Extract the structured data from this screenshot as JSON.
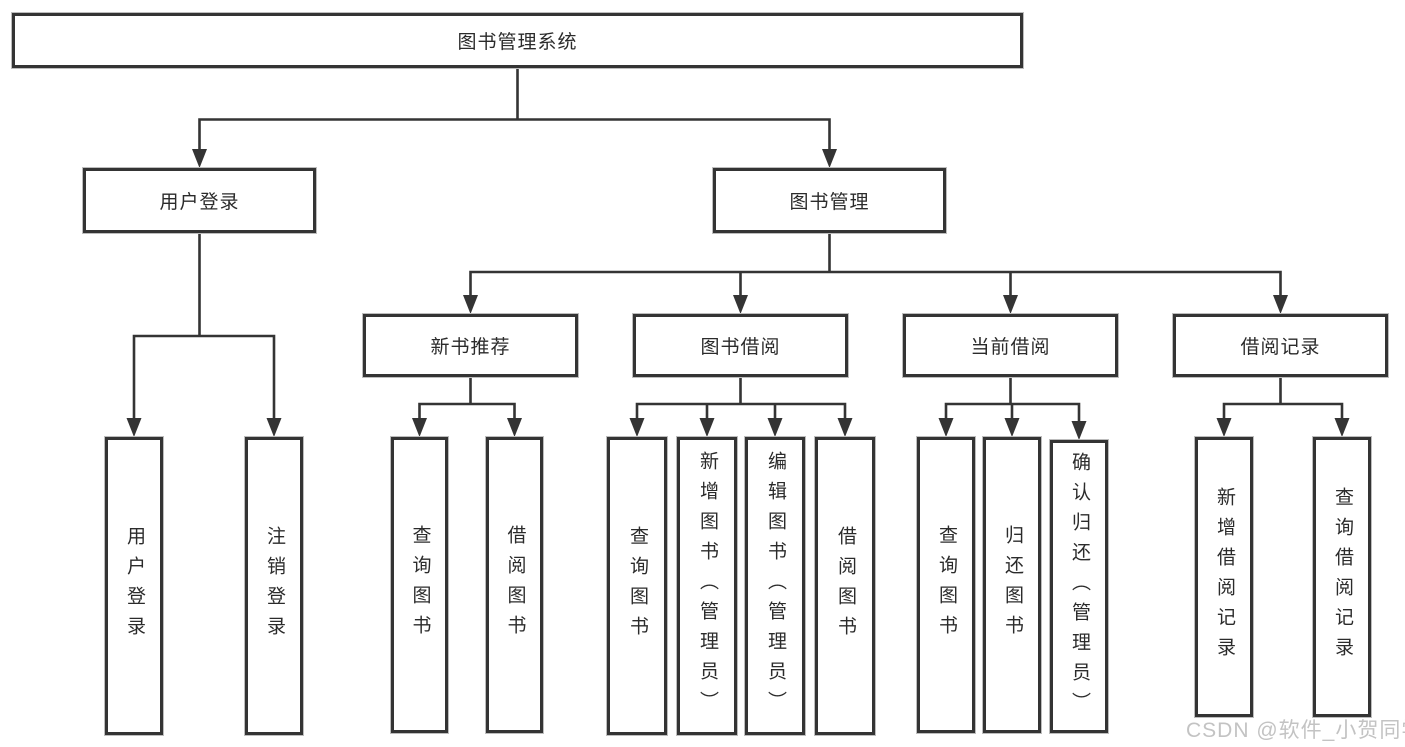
{
  "diagram": {
    "root": "图书管理系统",
    "branches": [
      {
        "label": "用户登录",
        "children": [
          {
            "label": "用户登录"
          },
          {
            "label": "注销登录"
          }
        ]
      },
      {
        "label": "图书管理",
        "sections": [
          {
            "label": "新书推荐",
            "children": [
              {
                "label": "查询图书"
              },
              {
                "label": "借阅图书"
              }
            ]
          },
          {
            "label": "图书借阅",
            "children": [
              {
                "label": "查询图书"
              },
              {
                "label": "新增图书（管理员）"
              },
              {
                "label": "编辑图书（管理员）"
              },
              {
                "label": "借阅图书"
              }
            ]
          },
          {
            "label": "当前借阅",
            "children": [
              {
                "label": "查询图书"
              },
              {
                "label": "归还图书"
              },
              {
                "label": "确认归还（管理员）"
              }
            ]
          },
          {
            "label": "借阅记录",
            "children": [
              {
                "label": "新增借阅记录"
              },
              {
                "label": "查询借阅记录"
              }
            ]
          }
        ]
      }
    ]
  },
  "watermark": {
    "text": "CSDN @软件_小贺同学"
  },
  "colors": {
    "line": "#343434",
    "box_fill": "#ffffff",
    "text": "#2b2b2b",
    "watermark": "#c3c3c3"
  }
}
